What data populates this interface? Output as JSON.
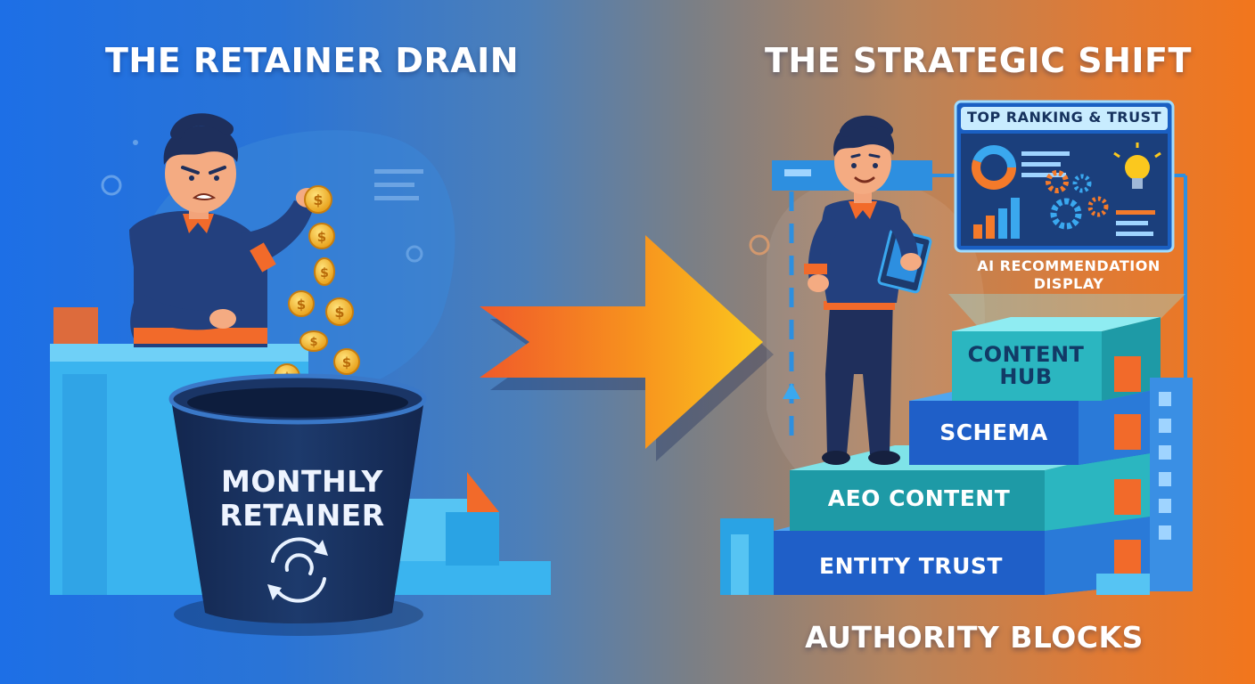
{
  "left_panel": {
    "title": "THE RETAINER DRAIN",
    "bucket_label": "MONTHLY RETAINER"
  },
  "right_panel": {
    "title": "THE STRATEGIC SHIFT",
    "dashboard_title": "TOP RANKING & TRUST",
    "display_caption": "AI RECOMMENDATION DISPLAY",
    "blocks": {
      "content_hub": "CONTENT HUB",
      "schema": "SCHEMA",
      "aeo_content": "AEO CONTENT",
      "entity_trust": "ENTITY TRUST"
    },
    "blocks_label": "AUTHORITY BLOCKS"
  },
  "icons": [
    "coin-icon",
    "cycle-icon",
    "arrow-right-icon",
    "donut-chart-icon",
    "bar-chart-icon",
    "gear-icon",
    "lightbulb-icon",
    "tablet-icon"
  ],
  "colors": {
    "blue": "#1d6fe6",
    "orange": "#f2761c",
    "navy": "#1a2c5c",
    "teal": "#1e9aa6",
    "gold": "#f2b21c"
  }
}
